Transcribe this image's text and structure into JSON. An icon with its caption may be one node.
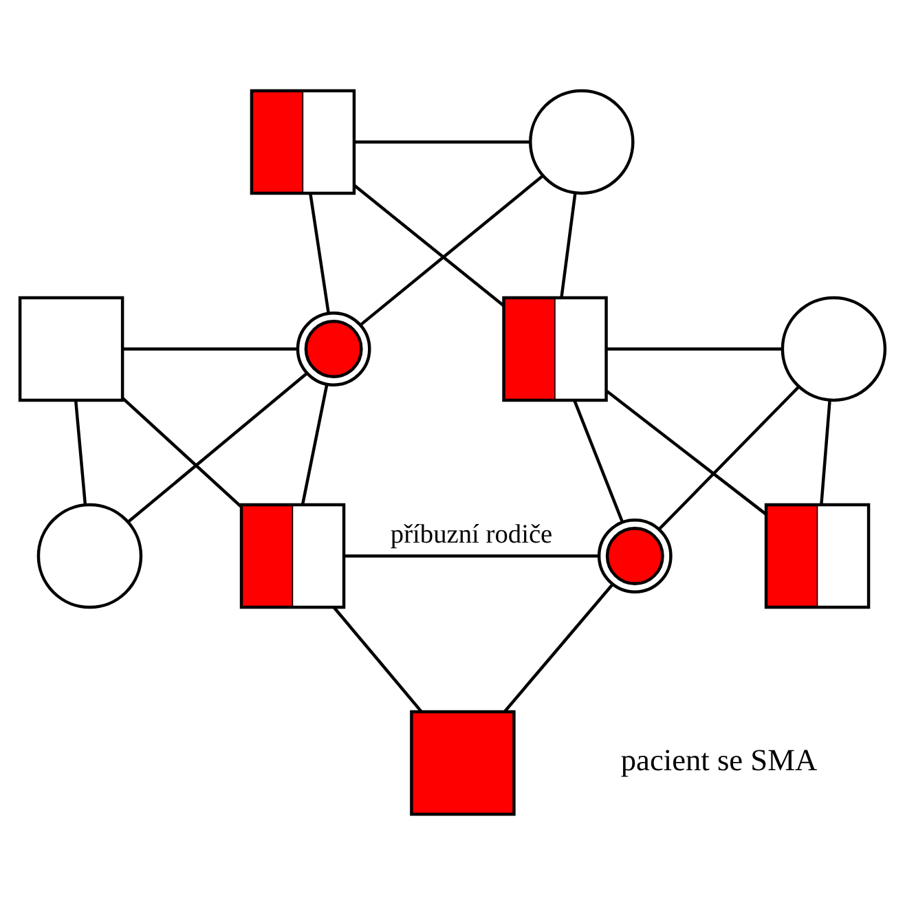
{
  "diagram": {
    "nodes": [
      {
        "text": [],
        "shape": "box"
      },
      {
        "text": [],
        "shape": "circle"
      },
      {
        "text": [],
        "shape": "box"
      },
      {
        "text": [],
        "shape": "circle"
      },
      {
        "text": [],
        "shape": "box"
      },
      {
        "text": [],
        "shape": "circle"
      },
      {
        "text": [],
        "shape": "circle"
      },
      {
        "text": [],
        "shape": "box"
      },
      {
        "text": [],
        "shape": "circle"
      },
      {
        "text": [],
        "shape": "box"
      },
      {
        "text": [],
        "shape": "box",
        "beside": [
          "pacient se SMA"
        ]
      }
    ],
    "edges": [
      {
        "from": 0,
        "to": 1,
        "arrow": "none"
      },
      {
        "from": 0,
        "to": 3,
        "arrow": "none"
      },
      {
        "from": 1,
        "to": 3,
        "arrow": "none"
      },
      {
        "from": 0,
        "to": 4,
        "arrow": "none"
      },
      {
        "from": 1,
        "to": 4,
        "arrow": "none"
      },
      {
        "from": 2,
        "to": 3,
        "arrow": "none"
      },
      {
        "from": 4,
        "to": 5,
        "arrow": "none"
      },
      {
        "from": 2,
        "to": 6,
        "arrow": "none"
      },
      {
        "from": 3,
        "to": 6,
        "arrow": "none"
      },
      {
        "from": 2,
        "to": 7,
        "arrow": "none"
      },
      {
        "from": 3,
        "to": 7,
        "arrow": "none"
      },
      {
        "from": 4,
        "to": 8,
        "arrow": "none"
      },
      {
        "from": 5,
        "to": 8,
        "arrow": "none"
      },
      {
        "from": 4,
        "to": 9,
        "arrow": "none"
      },
      {
        "from": 5,
        "to": 9,
        "arrow": "none"
      },
      {
        "from": 7,
        "to": 8,
        "arrow": "none",
        "label": "příbuzní rodiče"
      },
      {
        "from": 7,
        "to": 10,
        "arrow": "none"
      },
      {
        "from": 8,
        "to": 10,
        "arrow": "none"
      }
    ]
  }
}
